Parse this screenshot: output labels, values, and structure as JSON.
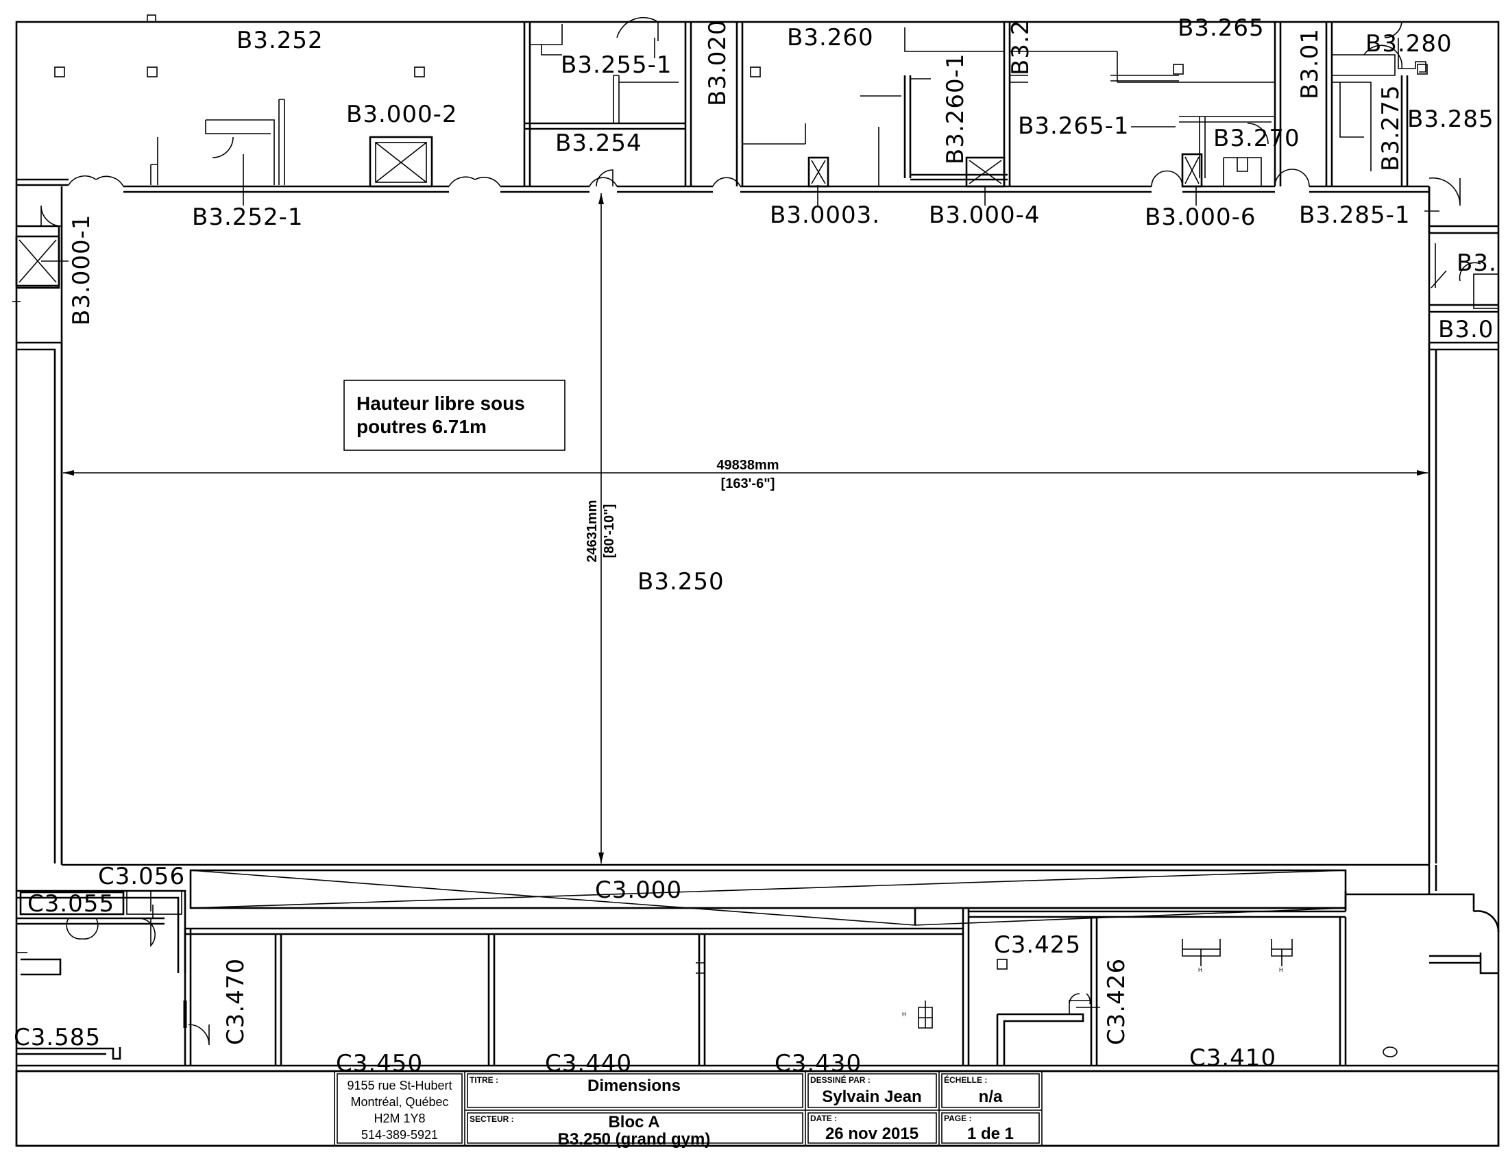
{
  "rooms": {
    "b3_252": "B3.252",
    "b3_255_1": "B3.255-1",
    "b3_020": "B3.020",
    "b3_260": "B3.260",
    "b3_2": "B3.2",
    "b3_265": "B3.265",
    "b3_01": "B3.01",
    "b3_280": "B3.280",
    "b3_000_2": "B3.000-2",
    "b3_254": "B3.254",
    "b3_260_1": "B3.260-1",
    "b3_265_1": "B3.265-1",
    "b3_270": "B3.270",
    "b3_275": "B3.275",
    "b3_285": "B3.285",
    "b3_252_1": "B3.252-1",
    "b3_0003": "B3.0003.",
    "b3_000_4": "B3.000-4",
    "b3_000_6": "B3.000-6",
    "b3_285_1": "B3.285-1",
    "b3_000_1": "B3.000-1",
    "b3_right1": "B3.",
    "b3_right2": "B3.0",
    "b3_250": "B3.250",
    "c3_056": "C3.056",
    "c3_055": "C3.055",
    "c3_000": "C3.000",
    "c3_425": "C3.425",
    "c3_426": "C3.426",
    "c3_470": "C3.470",
    "c3_585": "C3.585",
    "c3_450": "C3.450",
    "c3_440": "C3.440",
    "c3_430": "C3.430",
    "c3_410": "C3.410"
  },
  "note": {
    "line1": "Hauteur libre sous",
    "line2": "poutres 6.71m"
  },
  "dimensions": {
    "width_mm": "49838mm",
    "width_ft": "[163'-6\"]",
    "height_mm": "24631mm",
    "height_ft": "[80'-10\"]"
  },
  "title_block": {
    "address": [
      "9155 rue St-Hubert",
      "Montréal, Québec",
      "H2M 1Y8",
      "514-389-5921"
    ],
    "titre_label": "TITRE :",
    "titre": "Dimensions",
    "secteur_label": "SECTEUR :",
    "secteur_line1": "Bloc A",
    "secteur_line2": "B3.250 (grand gym)",
    "dessine_label": "DESSINÉ PAR :",
    "dessine": "Sylvain Jean",
    "echelle_label": "ÉCHELLE :",
    "echelle": "n/a",
    "date_label": "DATE :",
    "date": "26 nov 2015",
    "page_label": "PAGE :",
    "page": "1 de 1"
  },
  "symbols": {
    "hydrant": "H"
  }
}
